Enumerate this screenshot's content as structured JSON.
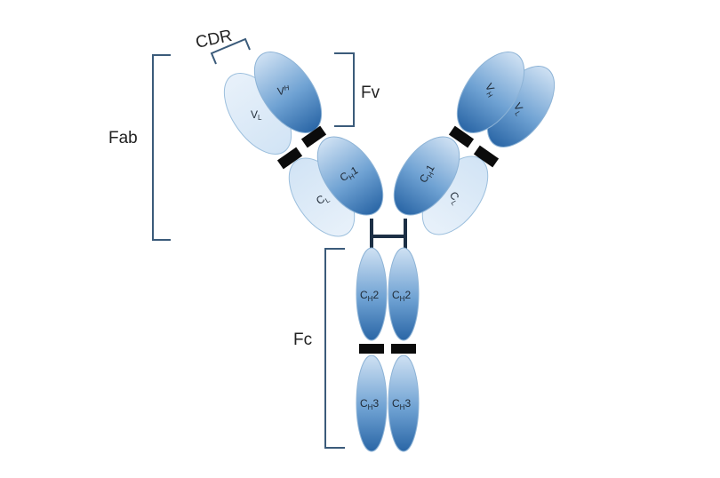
{
  "labels": {
    "cdr": "CDR",
    "fv": "Fv",
    "fab": "Fab",
    "fc": "Fc"
  },
  "domains": {
    "vh_left": {
      "main": "V",
      "sub": "H"
    },
    "vl_left": {
      "main": "V",
      "sub": "L"
    },
    "ch1_left": {
      "main": "C",
      "sub": "H",
      "suffix": "1"
    },
    "cl_left": {
      "main": "C",
      "sub": "L"
    },
    "vh_right": {
      "main": "V",
      "sub": "H"
    },
    "vl_right": {
      "main": "V",
      "sub": "L"
    },
    "ch1_right": {
      "main": "C",
      "sub": "H",
      "suffix": "1"
    },
    "cl_right": {
      "main": "C",
      "sub": "L"
    },
    "ch2_left": {
      "main": "C",
      "sub": "H",
      "suffix": "2"
    },
    "ch2_right": {
      "main": "C",
      "sub": "H",
      "suffix": "2"
    },
    "ch3_left": {
      "main": "C",
      "sub": "H",
      "suffix": "3"
    },
    "ch3_right": {
      "main": "C",
      "sub": "H",
      "suffix": "3"
    }
  },
  "colors": {
    "heavy_chain_dark": "#2f6fb0",
    "heavy_chain_light": "#cfe1f3",
    "light_chain": "#dbe9f7",
    "bracket": "#3b5b7a",
    "disulfide_link": "#1c2f45",
    "interface_bar": "#0b0b0b"
  }
}
